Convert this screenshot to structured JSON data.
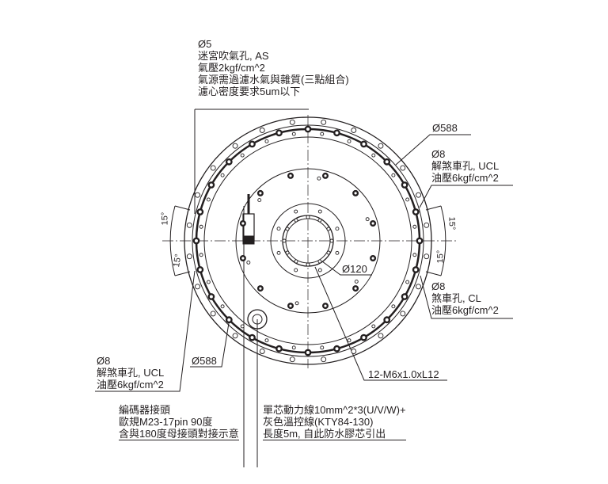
{
  "labels": {
    "air_hole": [
      "Ø5",
      "迷宮吹氣孔, AS",
      "氣壓2kgf/cm^2",
      "氣源需過濾水氣與雜質(三點組合)",
      "濾心密度要求5um以下"
    ],
    "dia_top_right": "Ø588",
    "ucl_right": [
      "Ø8",
      "解煞車孔, UCL",
      "油壓6kgf/cm^2"
    ],
    "cl_right": [
      "Ø8",
      "煞車孔, CL",
      "油壓6kgf/cm^2"
    ],
    "dia_center": "Ø120",
    "ucl_left": [
      "Ø8",
      "解煞車孔, UCL",
      "油壓6kgf/cm^2"
    ],
    "dia_bottom_left": "Ø588",
    "thread": "12-M6x1.0xL12",
    "encoder": [
      "編碼器接頭",
      "歐規M23-17pin 90度",
      "含與180度母接頭對接示意"
    ],
    "cable": [
      "單芯動力線10mm^2*3(U/V/W)+",
      "灰色溫控線(KTY84-130)",
      "長度5m, 自此防水膠芯引出"
    ],
    "angles": {
      "left_upper": "15°",
      "left_lower": "15°",
      "right_upper": "15°",
      "right_lower": "15°"
    }
  },
  "colors": {
    "ink": "#231f20"
  }
}
